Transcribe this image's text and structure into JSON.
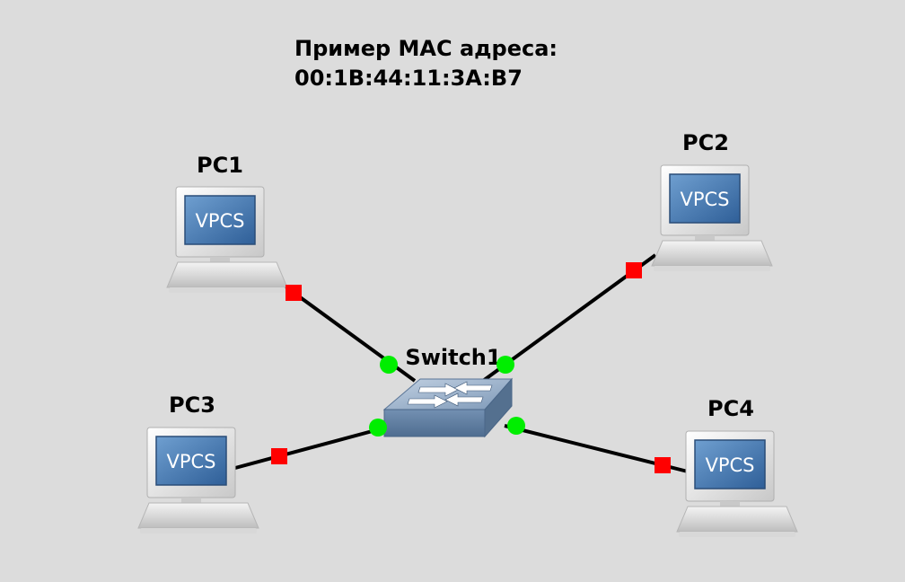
{
  "note": {
    "line1": "Пример MAC адреса:",
    "line2": "00:1B:44:11:3A:B7"
  },
  "colors": {
    "background": "#dcdcdc",
    "link": "#000000",
    "port_up": "#00ee00",
    "port_down": "#ff0000"
  },
  "nodes": {
    "pc1": {
      "label": "PC1",
      "screen_text": "VPCS"
    },
    "pc2": {
      "label": "PC2",
      "screen_text": "VPCS"
    },
    "pc3": {
      "label": "PC3",
      "screen_text": "VPCS"
    },
    "pc4": {
      "label": "PC4",
      "screen_text": "VPCS"
    },
    "switch1": {
      "label": "Switch1"
    }
  },
  "links": [
    {
      "from": "pc1",
      "to": "switch1",
      "pc_port": "down",
      "switch_port": "up"
    },
    {
      "from": "pc2",
      "to": "switch1",
      "pc_port": "down",
      "switch_port": "up"
    },
    {
      "from": "pc3",
      "to": "switch1",
      "pc_port": "down",
      "switch_port": "up"
    },
    {
      "from": "pc4",
      "to": "switch1",
      "pc_port": "down",
      "switch_port": "up"
    }
  ]
}
